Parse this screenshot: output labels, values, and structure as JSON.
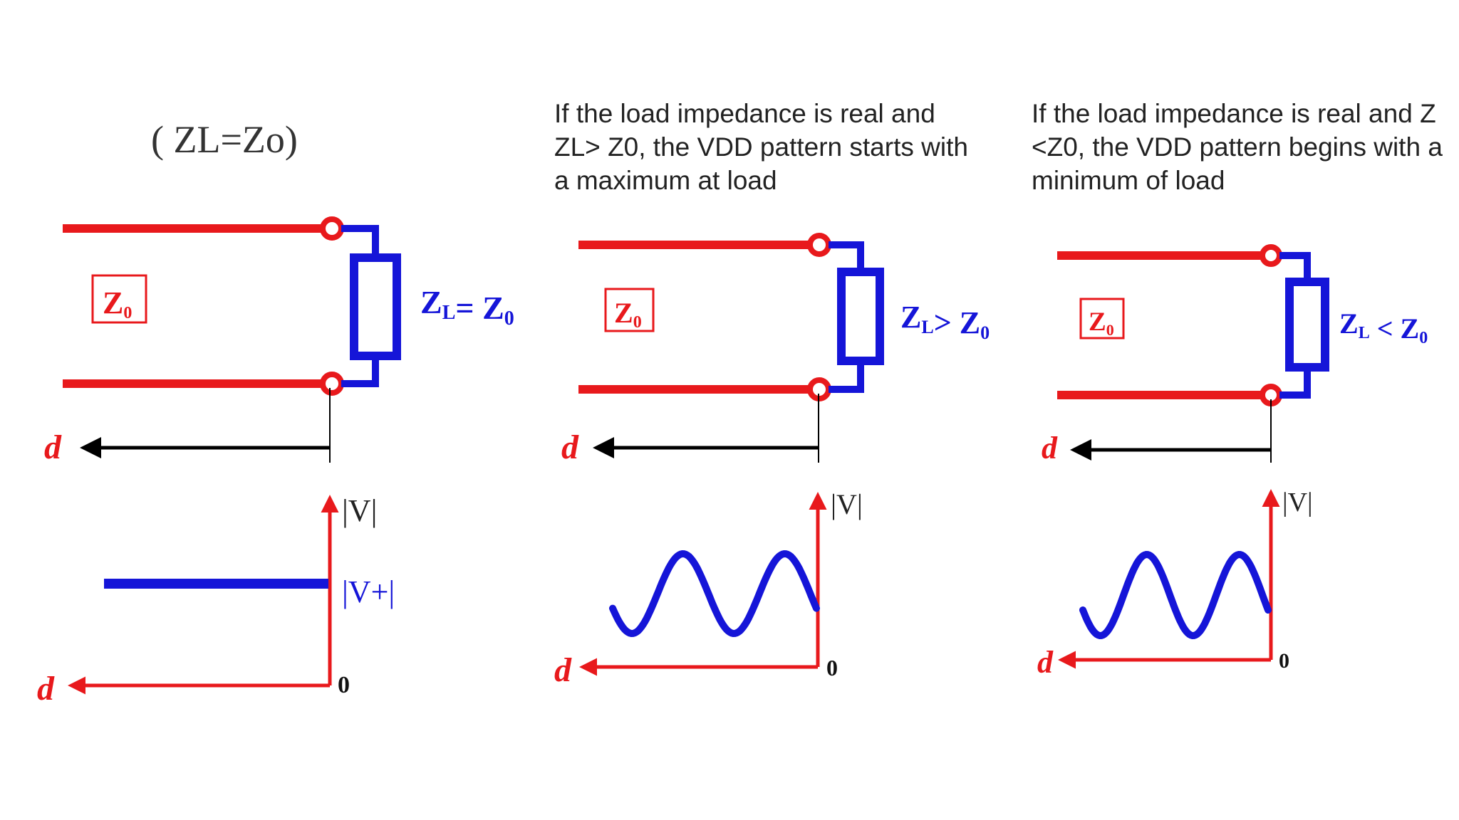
{
  "panel1": {
    "title": "( ZL=Zo)",
    "z0_box": "Z0",
    "load_label": "ZL= Z0",
    "d_top": "d",
    "v_axis": "|V|",
    "v_plus": "|V+|",
    "d_bottom": "d",
    "origin": "0"
  },
  "panel2": {
    "caption": [
      "If the load impedance is real and",
      "ZL> Z0, the VDD pattern starts with",
      "a maximum at load"
    ],
    "z0_box": "Z0",
    "load_label": "ZL> Z0",
    "d_top": "d",
    "v_axis": "|V|",
    "d_bottom": "d",
    "origin": "0"
  },
  "panel3": {
    "caption": [
      "If the load impedance is real and Z",
      "<Z0, the VDD pattern begins with a",
      "minimum of load"
    ],
    "z0_box": "Z0",
    "load_label": "ZL < Z0",
    "d_top": "d",
    "v_axis": "|V|",
    "d_bottom": "d",
    "origin": "0"
  },
  "colors": {
    "line": "#e8191c",
    "load": "#1515d8",
    "arrow": "#000000"
  }
}
